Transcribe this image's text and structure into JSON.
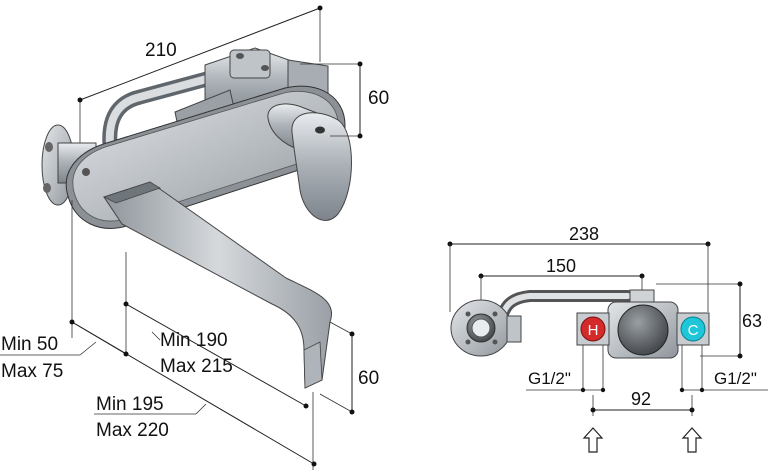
{
  "perspective_view": {
    "dim_width": "210",
    "dim_handle_height": "60",
    "dim_spout_drop": "60",
    "dim_wall_min": "Min 50",
    "dim_wall_max": "Max 75",
    "dim_spout_min": "Min 190",
    "dim_spout_max": "Max 215",
    "dim_total_min": "Min 195",
    "dim_total_max": "Max 220"
  },
  "plan_view": {
    "dim_overall": "238",
    "dim_inner": "150",
    "dim_height": "63",
    "dim_centers": "92",
    "thread_left": "G1/2\"",
    "thread_right": "G1/2\"",
    "hot_label": "H",
    "cold_label": "C"
  },
  "colors": {
    "hot": "#d42a2a",
    "cold": "#1fc6d9",
    "metal": "#b9bec3",
    "line": "#222222"
  }
}
